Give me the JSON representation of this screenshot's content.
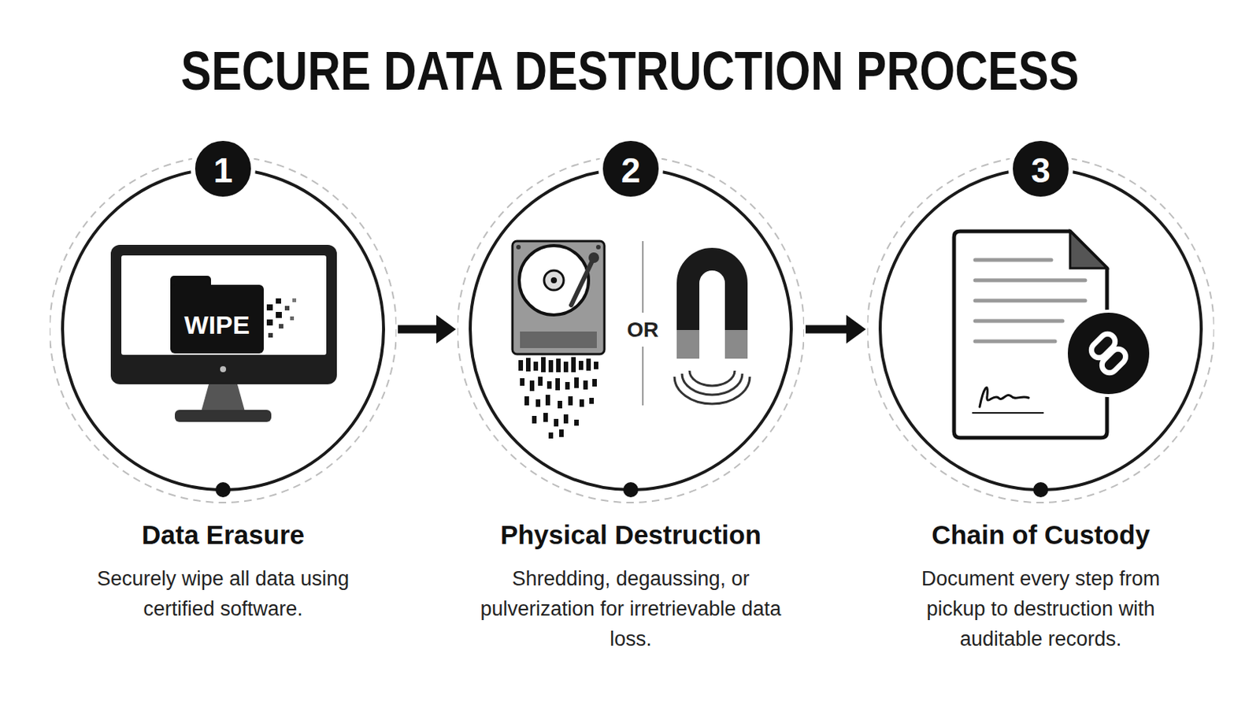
{
  "diagram": {
    "title": "SECURE DATA DESTRUCTION PROCESS",
    "nodes": [
      {
        "text": [
          "Data Erasure",
          "Securely wipe all data using certified software."
        ]
      },
      {
        "text": [
          "Physical Destruction",
          "Shredding, degaussing, or pulverization for irretrievable data loss."
        ]
      },
      {
        "text": [
          "Chain of Custody",
          "Document every step from pickup to destruction with auditable records."
        ]
      }
    ],
    "edges": [
      {
        "from": 0,
        "to": 1,
        "arrow": "to"
      },
      {
        "from": 1,
        "to": 2,
        "arrow": "to"
      }
    ],
    "labels": [
      "1",
      "2",
      "3",
      "WIPE",
      "OR"
    ]
  }
}
